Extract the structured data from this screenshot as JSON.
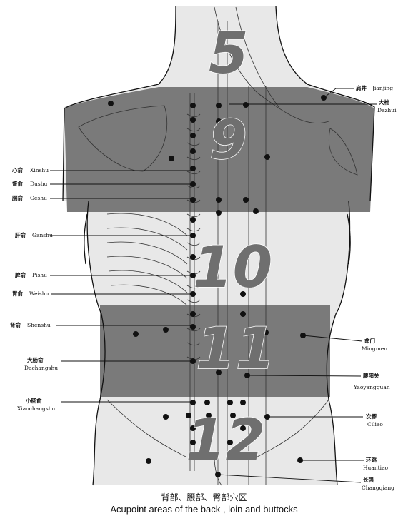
{
  "bands": [
    {
      "id": "5",
      "label": "5"
    },
    {
      "id": "9",
      "label": "9"
    },
    {
      "id": "10",
      "label": "10"
    },
    {
      "id": "11",
      "label": "11"
    },
    {
      "id": "12",
      "label": "12"
    }
  ],
  "labels_left": [
    {
      "cn": "心俞",
      "en": "Xinshu"
    },
    {
      "cn": "督俞",
      "en": "Dushu"
    },
    {
      "cn": "膈俞",
      "en": "Geshu"
    },
    {
      "cn": "肝俞",
      "en": "Ganshu"
    },
    {
      "cn": "脾俞",
      "en": "Pishu"
    },
    {
      "cn": "胃俞",
      "en": "Weishu"
    },
    {
      "cn": "肾俞",
      "en": "Shenshu"
    },
    {
      "cn": "大肠俞",
      "en": "Dachangshu"
    },
    {
      "cn": "小肠俞",
      "en": "Xiaochangshu"
    }
  ],
  "labels_right": [
    {
      "cn": "肩井",
      "en": "Jianjing"
    },
    {
      "cn": "大椎",
      "en": "Dazhui"
    },
    {
      "cn": "命门",
      "en": "Mingmen"
    },
    {
      "cn": "腰阳关",
      "en": "Yaoyangguan"
    },
    {
      "cn": "次髎",
      "en": "Ciliao"
    },
    {
      "cn": "环跳",
      "en": "Huantiao"
    },
    {
      "cn": "长强",
      "en": "Changqiang"
    }
  ],
  "caption": {
    "cn": "背部、腰部、臀部穴区",
    "en": "Acupoint areas of the back , loin and buttocks"
  },
  "colors": {
    "band": "#7a7a7a",
    "skin": "#e6e6e6",
    "ink": "#111111"
  }
}
